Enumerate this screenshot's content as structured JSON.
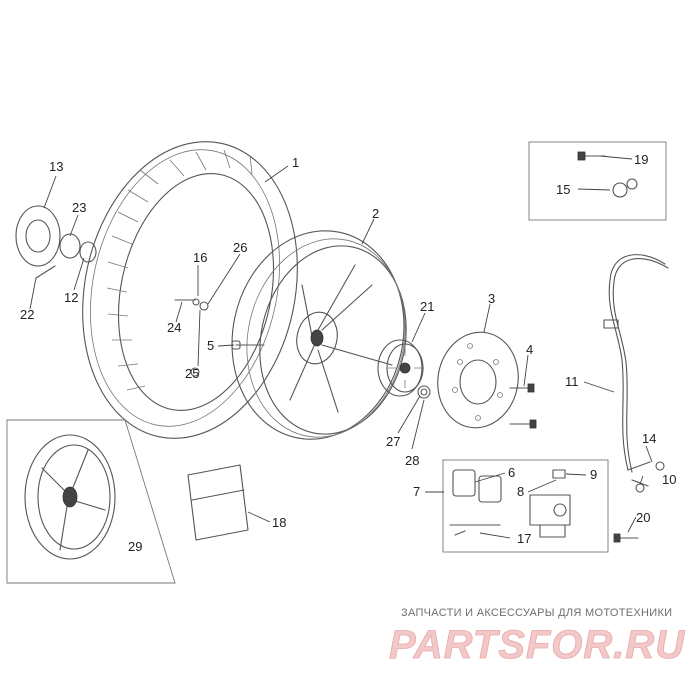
{
  "diagram": {
    "callouts": [
      "1",
      "2",
      "3",
      "4",
      "5",
      "6",
      "7",
      "8",
      "9",
      "10",
      "11",
      "12",
      "13",
      "14",
      "15",
      "16",
      "17",
      "18",
      "19",
      "20",
      "21",
      "22",
      "23",
      "24",
      "25",
      "26",
      "27",
      "28",
      "29"
    ]
  },
  "watermark": {
    "caption": "ЗАПЧАСТИ И АКСЕССУАРЫ ДЛЯ МОТОТЕХНИКИ",
    "logo_text": "PARTSFOR.RU",
    "color": "#e8a0a0"
  }
}
